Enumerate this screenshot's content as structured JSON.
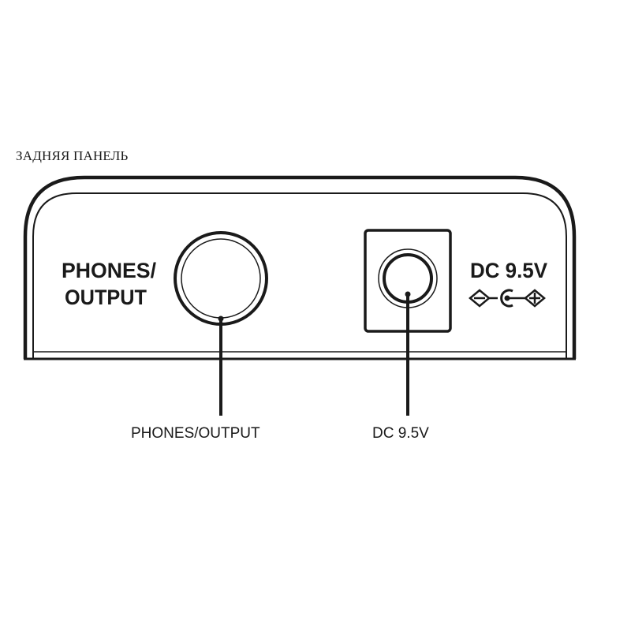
{
  "title": "ЗАДНЯЯ ПАНЕЛЬ",
  "panel": {
    "phones_label_line1": "PHONES/",
    "phones_label_line2": "OUTPUT",
    "dc_label": "DC 9.5V",
    "polarity": {
      "negative": "−",
      "positive": "+"
    }
  },
  "callouts": {
    "phones": "PHONES/OUTPUT",
    "dc": "DC 9.5V"
  },
  "colors": {
    "stroke": "#1a1a1a",
    "background": "#ffffff"
  }
}
